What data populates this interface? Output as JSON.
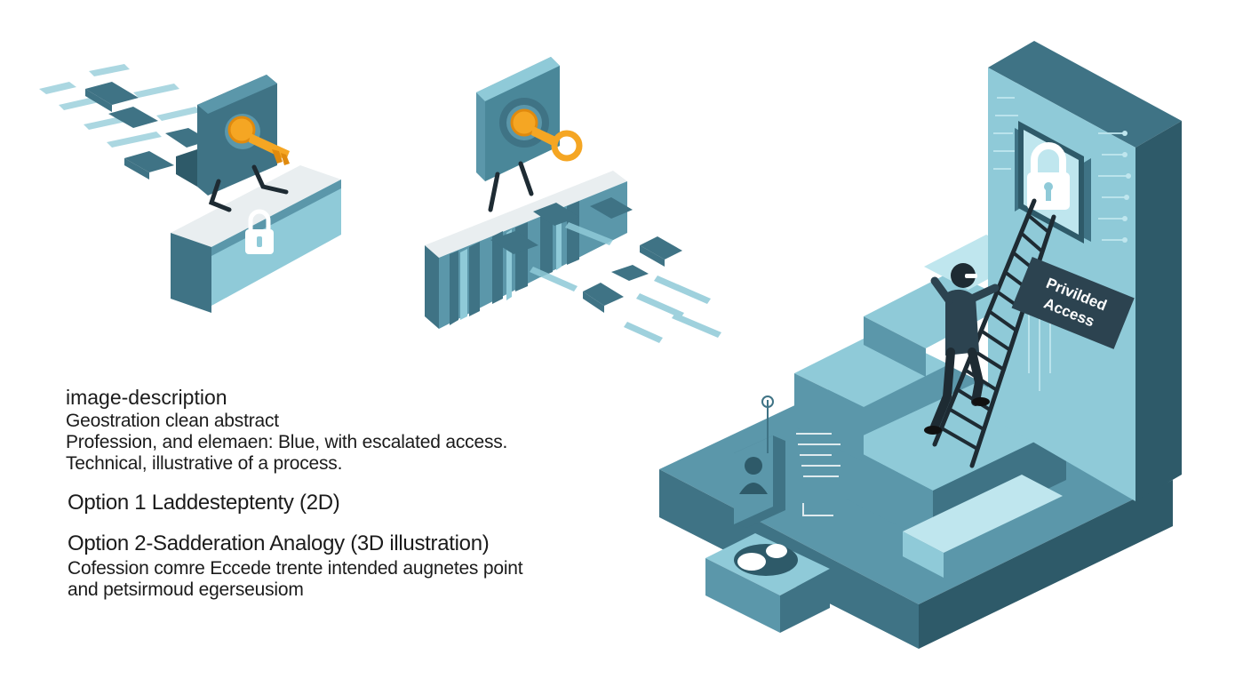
{
  "heading": "image-description",
  "description_lines": [
    "Geostration clean abstract",
    "Profession, and elemaen: Blue, with escalated access.",
    "Technical, illustrative of a process."
  ],
  "option1_title": "Option 1 Laddesteptenty (2D)",
  "option2_title": "Option 2-Sadderation Analogy (3D illustration)",
  "option2_lines": [
    "Cofession comre Eccede trente intended augnetes point",
    "and petsirmoud egerseusiom"
  ],
  "sign": {
    "line1": "Privilded",
    "line2": "Access"
  },
  "colors": {
    "teal_dark": "#3f7385",
    "teal_mid": "#5b97aa",
    "teal_light": "#8fcad8",
    "teal_pale": "#bfe6ee",
    "key_orange": "#f5a623",
    "figure": "#2c4350",
    "text": "#1b1b1b"
  },
  "icons": [
    "key-icon",
    "padlock-icon",
    "ladder-icon",
    "user-icon",
    "toggle-icon"
  ]
}
